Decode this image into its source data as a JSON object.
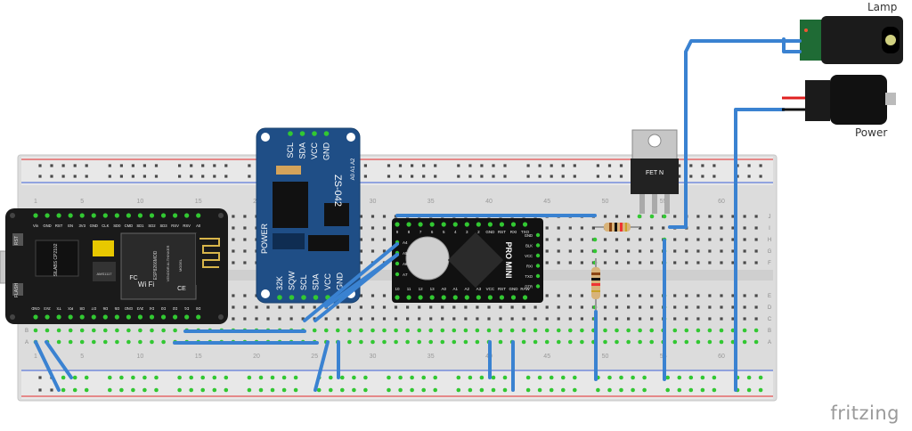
{
  "labels": {
    "lamp": "Lamp",
    "power": "Power",
    "brand": "fritzing"
  },
  "breadboard": {
    "row_letters_top": [
      "J",
      "I",
      "H",
      "G",
      "F"
    ],
    "row_letters_bottom": [
      "E",
      "D",
      "C",
      "B",
      "A"
    ],
    "column_numbers": [
      "1",
      "5",
      "10",
      "15",
      "20",
      "25",
      "30",
      "35",
      "40",
      "45",
      "50",
      "55",
      "60"
    ]
  },
  "nodemcu": {
    "top_pins": [
      "Vin",
      "GND",
      "RST",
      "EN",
      "3V3",
      "GND",
      "CLK",
      "SD0",
      "CMD",
      "SD1",
      "SD2",
      "SD3",
      "RSV",
      "RSV",
      "A0"
    ],
    "bottom_pins": [
      "GND",
      "3V3",
      "TX",
      "RX",
      "D8",
      "D7",
      "D6",
      "D5",
      "GND",
      "3V3",
      "D4",
      "D3",
      "D2",
      "D1",
      "D0"
    ],
    "side_left": "RST",
    "side_flash": "FLASH",
    "chip_text": "SILABS CP2102",
    "module_text": "ESP8266MOD",
    "wifi_text": "Wi Fi",
    "vendor_text": "VENDOR AI-THINKER",
    "model_text": "MODEL",
    "regulator_text": "AMS1117",
    "fcc_text": "FC",
    "ce_text": "CE"
  },
  "rtc": {
    "top_pins": [
      "SCL",
      "SDA",
      "VCC",
      "GND"
    ],
    "bottom_pins": [
      "32K",
      "SQW",
      "SCL",
      "SDA",
      "VCC",
      "GND"
    ],
    "model": "ZS-042",
    "addr": "A0 A1 A2",
    "power": "POWER"
  },
  "pro_mini": {
    "top_pins": [
      "TXO",
      "RXI",
      "RST",
      "GND",
      "2",
      "3",
      "4",
      "5",
      "6",
      "7",
      "8",
      "9"
    ],
    "bottom_pins": [
      "10",
      "11",
      "12",
      "13",
      "A0",
      "A1",
      "A2",
      "A3",
      "VCC",
      "RST",
      "GND",
      "RAW"
    ],
    "name": "PRO MINI",
    "side_left": [
      "A4",
      "A5",
      "A6",
      "A7"
    ],
    "side_right": [
      "GND",
      "BLK",
      "VCC",
      "RXI",
      "TXO",
      "DTR"
    ]
  },
  "mosfet": {
    "label": "FET N"
  },
  "colors": {
    "wire": "#3a82d1",
    "pinGreen": "#32c832",
    "redRail": "#e22a2a",
    "blueRail": "#3d5fd6"
  }
}
